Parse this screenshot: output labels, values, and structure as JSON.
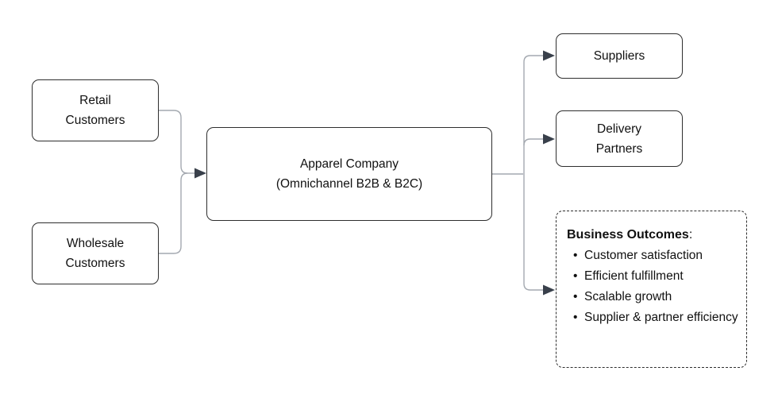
{
  "diagram": {
    "title": "Apparel company omnichannel flow diagram",
    "colors": {
      "background": "#ffffff",
      "box_border": "#2e2e2e",
      "connector_line": "#a4a9b0",
      "arrowhead": "#39404b",
      "text": "#111111"
    },
    "nodes": {
      "retail": {
        "label": "Retail\nCustomers"
      },
      "wholesale": {
        "label": "Wholesale\nCustomers"
      },
      "company": {
        "label": "Apparel Company\n(Omnichannel B2B & B2C)"
      },
      "suppliers": {
        "label": "Suppliers"
      },
      "delivery": {
        "label": "Delivery\nPartners"
      },
      "outcomes": {
        "title": "Business Outcomes",
        "title_suffix": ":",
        "items": [
          "Customer satisfaction",
          "Efficient fulfillment",
          "Scalable growth",
          "Supplier & partner efficiency"
        ]
      }
    },
    "edges": [
      "Retail Customers -> Apparel Company",
      "Wholesale Customers -> Apparel Company",
      "Apparel Company -> Suppliers",
      "Apparel Company -> Delivery Partners",
      "Apparel Company -> Business Outcomes"
    ]
  }
}
